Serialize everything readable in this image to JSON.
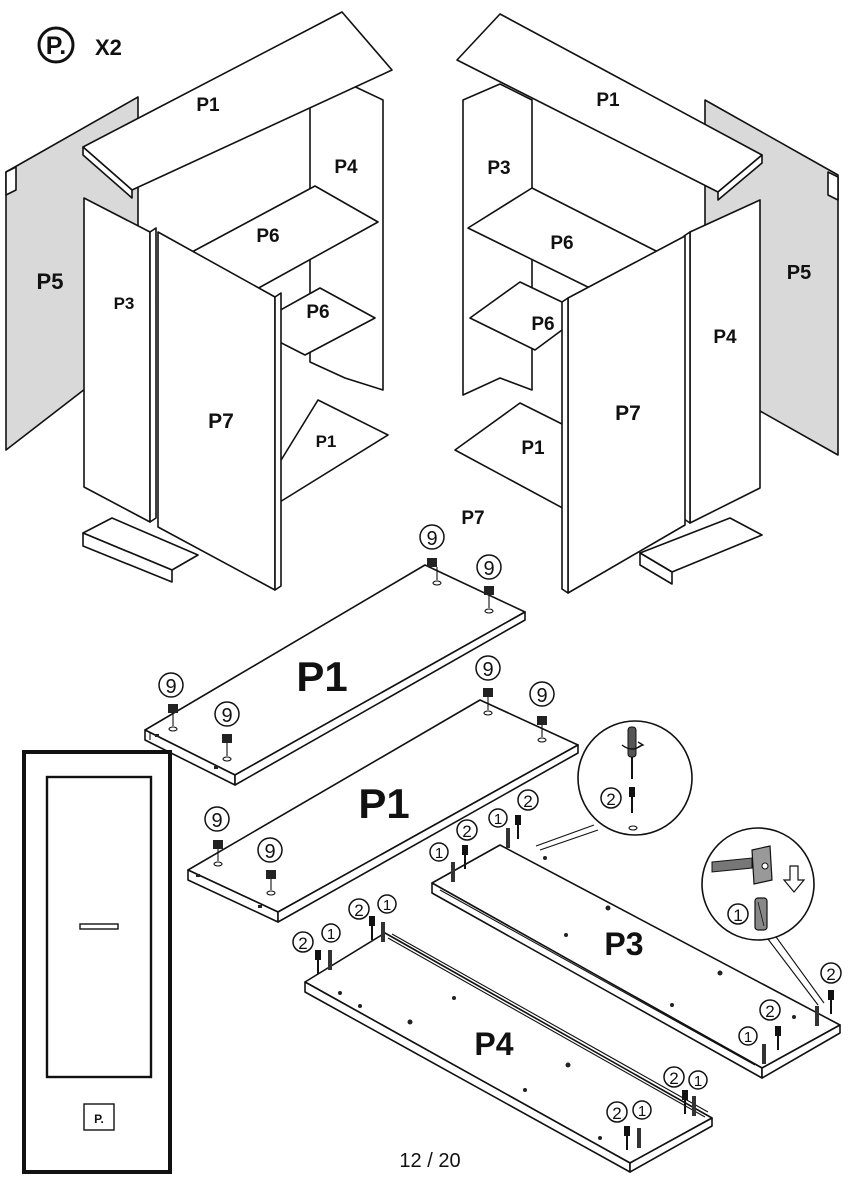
{
  "header": {
    "logo_letter": "P.",
    "quantity": "X2"
  },
  "cabinet_left": {
    "labels": {
      "top": "P1",
      "side_right": "P4",
      "side_left": "P3",
      "back": "P5",
      "shelf_upper": "P6",
      "shelf_lower": "P6",
      "door": "P7",
      "bottom": "P1"
    }
  },
  "cabinet_right": {
    "labels": {
      "top": "P1",
      "side_left": "P3",
      "back": "P5",
      "side_right": "P4",
      "shelf_upper": "P6",
      "shelf_lower": "P6",
      "door": "P7",
      "bottom": "P1"
    }
  },
  "door_label": "P7",
  "assembly": {
    "panel_top": "P1",
    "panel_middle": "P1",
    "panel_p3": "P3",
    "panel_p4": "P4",
    "part_numbers": {
      "cam": "9",
      "dowel": "1",
      "bolt": "2"
    }
  },
  "detail_callouts": {
    "screw_part": "2",
    "dowel_part": "1"
  },
  "door_preview": {
    "badge": "P."
  },
  "footer": {
    "page_number": "12 / 20"
  }
}
